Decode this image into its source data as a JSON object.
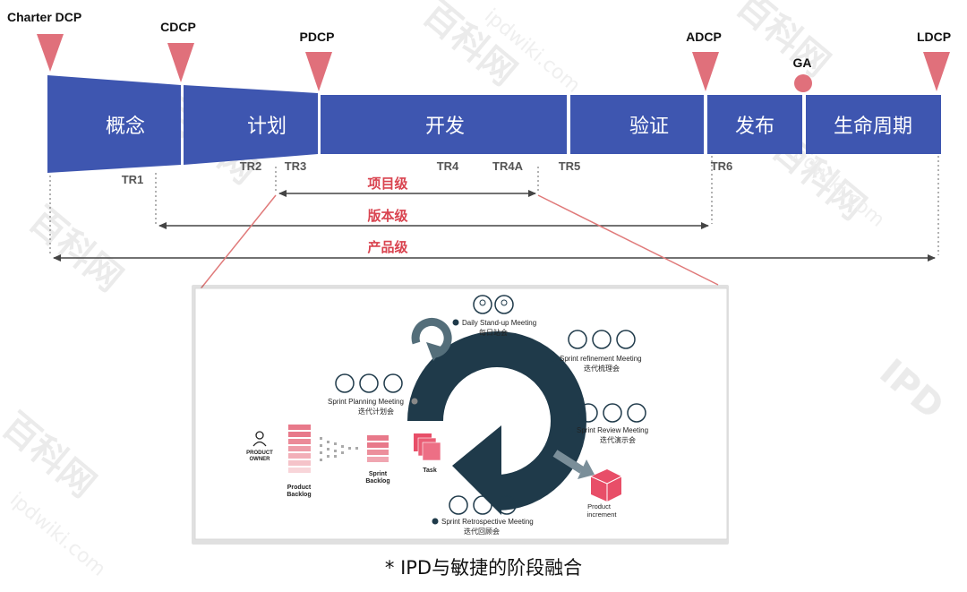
{
  "milestones": {
    "charter_dcp": "Charter DCP",
    "cdcp": "CDCP",
    "pdcp": "PDCP",
    "adcp": "ADCP",
    "ga": "GA",
    "ldcp": "LDCP"
  },
  "phases": {
    "concept": "概念",
    "plan": "计划",
    "develop": "开发",
    "verify": "验证",
    "release": "发布",
    "lifecycle": "生命周期"
  },
  "technical_reviews": {
    "tr1": "TR1",
    "tr2": "TR2",
    "tr3": "TR3",
    "tr4": "TR4",
    "tr4a": "TR4A",
    "tr5": "TR5",
    "tr6": "TR6"
  },
  "levels": {
    "project": "项目级",
    "version": "版本级",
    "product": "产品级"
  },
  "scrum": {
    "daily_en": "Daily Stand-up Meeting",
    "daily_cn": "每日站会",
    "refine_en": "Sprint refinement Meeting",
    "refine_cn": "迭代梳理会",
    "planning_en": "Sprint Planning Meeting",
    "planning_cn": "迭代计划会",
    "review_en": "Sprint Review Meeting",
    "review_cn": "迭代演示会",
    "retro_en": "Sprint Retrospective Meeting",
    "retro_cn": "迭代回顾会",
    "product_owner_1": "PRODUCT",
    "product_owner_2": "OWNER",
    "product_backlog_1": "Product",
    "product_backlog_2": "Backlog",
    "sprint_backlog_1": "Sprint",
    "sprint_backlog_2": "Backlog",
    "task": "Task",
    "increment_1": "Product",
    "increment_2": "increment"
  },
  "watermark": {
    "brand": "百科网",
    "domain": "ipdwiki.com",
    "logo": "IPD"
  },
  "caption": "* IPD与敏捷的阶段融合",
  "colors": {
    "phase_blue": "#3e56b0",
    "milestone_pink": "#e0707b",
    "level_red": "#d9434f",
    "scrum_navy": "#1f3a4a",
    "scrum_pink": "#e8798a"
  }
}
